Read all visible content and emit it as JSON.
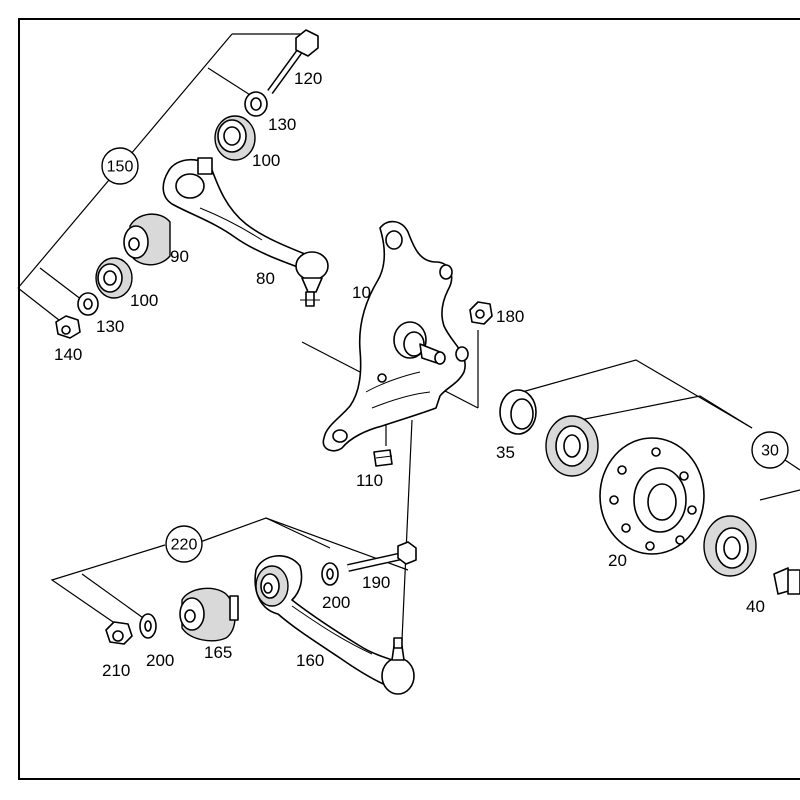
{
  "callouts": {
    "p10": "10",
    "p20": "20",
    "p30": "30",
    "p35": "35",
    "p40": "40",
    "p80": "80",
    "p90": "90",
    "p100a": "100",
    "p100b": "100",
    "p110": "110",
    "p120": "120",
    "p130a": "130",
    "p130b": "130",
    "p140": "140",
    "p150": "150",
    "p160": "160",
    "p165": "165",
    "p180": "180",
    "p190": "190",
    "p200a": "200",
    "p200b": "200",
    "p210": "210",
    "p220": "220"
  }
}
